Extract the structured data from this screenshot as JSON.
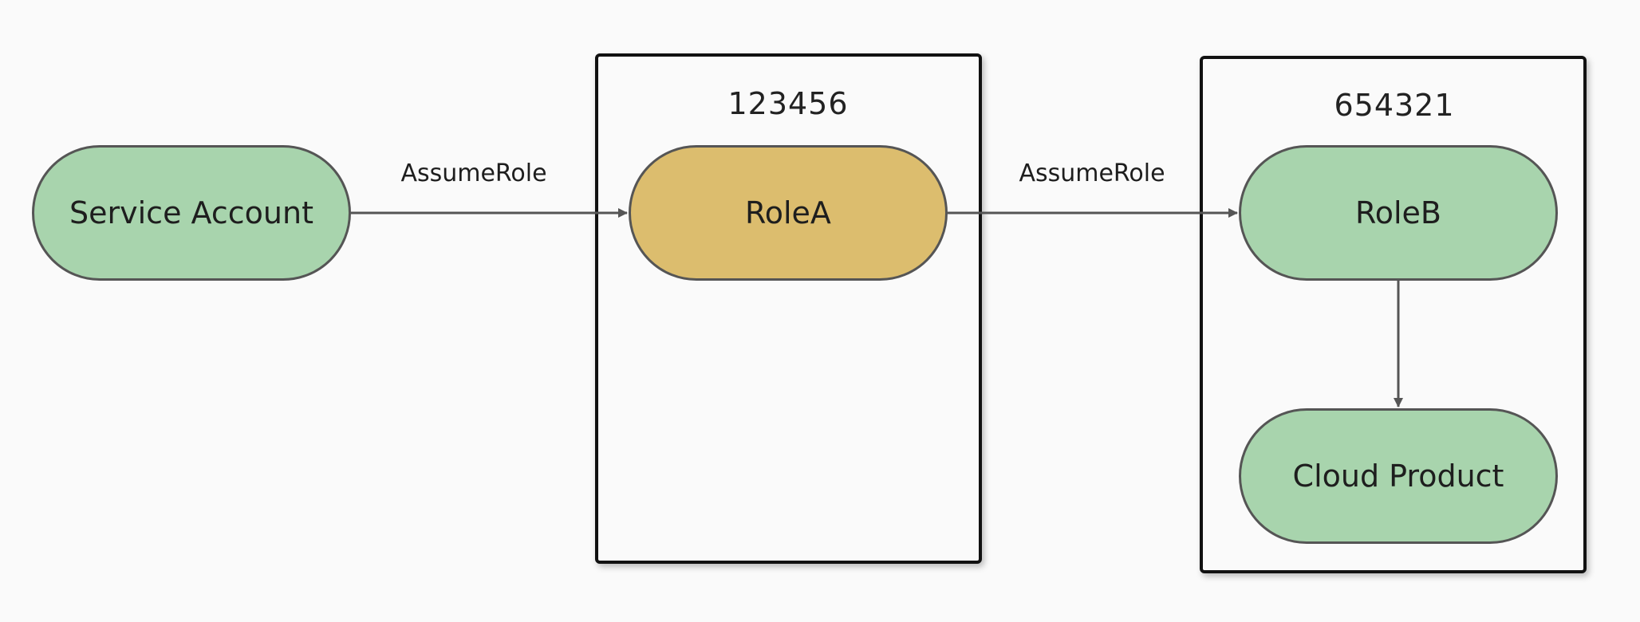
{
  "accounts": [
    {
      "id": "123456"
    },
    {
      "id": "654321"
    }
  ],
  "nodes": {
    "service_account": {
      "label": "Service Account",
      "color": "#a8d4ad"
    },
    "role_a": {
      "label": "RoleA",
      "color": "#dcbd6e"
    },
    "role_b": {
      "label": "RoleB",
      "color": "#a8d4ad"
    },
    "cloud_product": {
      "label": "Cloud Product",
      "color": "#a8d4ad"
    }
  },
  "edges": [
    {
      "from": "service_account",
      "to": "role_a",
      "label": "AssumeRole"
    },
    {
      "from": "role_a",
      "to": "role_b",
      "label": "AssumeRole"
    },
    {
      "from": "role_b",
      "to": "cloud_product",
      "label": ""
    }
  ],
  "colors": {
    "background": "#fafafa",
    "border": "#111111",
    "edge": "#555555"
  }
}
